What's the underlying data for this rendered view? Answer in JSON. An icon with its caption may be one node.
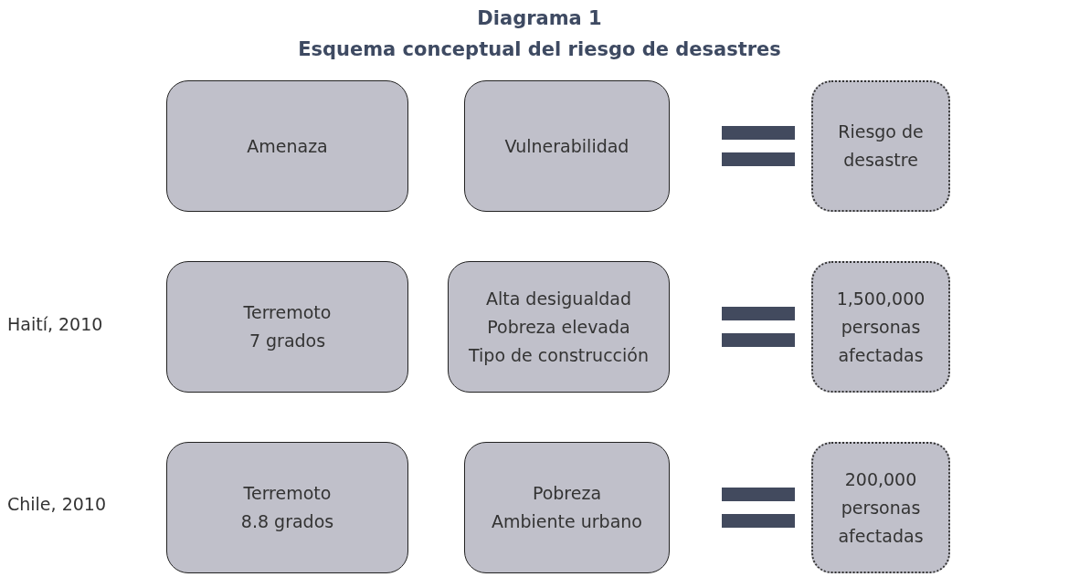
{
  "diagram": {
    "title": "Diagrama 1",
    "nodes": [
      {
        "text": [
          "Amenaza"
        ]
      },
      {
        "text": [
          "Vulnerabilidad"
        ]
      },
      {
        "text": [
          "Riesgo de desastre"
        ]
      },
      {
        "text": [
          "Terremoto",
          "7 grados"
        ]
      },
      {
        "text": [
          "Alta desigualdad",
          "Pobreza elevada",
          "Tipo de construcción"
        ]
      },
      {
        "text": [
          "1,500,000",
          "personas afectadas"
        ]
      },
      {
        "text": [
          "Terremoto",
          "8.8 grados"
        ]
      },
      {
        "text": [
          "Pobreza",
          "Ambiente urbano"
        ]
      },
      {
        "text": [
          "200,000",
          "personas afectadas"
        ]
      }
    ],
    "edges": [],
    "labels": [
      "Esquema conceptual del riesgo de desastres",
      "Haití, 2010",
      "Chile, 2010"
    ]
  }
}
